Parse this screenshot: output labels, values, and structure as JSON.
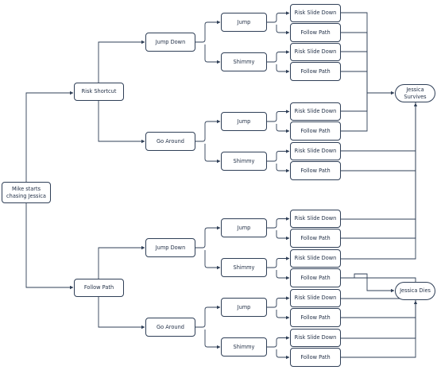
{
  "diagram": {
    "root": "Mike starts chasing Jessica",
    "level1": [
      "Risk Shortcut",
      "Follow Path"
    ],
    "level2": [
      "Jump Down",
      "Go Around",
      "Jump Down",
      "Go Around"
    ],
    "level3": [
      "Jump",
      "Shimmy",
      "Jump",
      "Shimmy",
      "Jump",
      "Shimmy",
      "Jump",
      "Shimmy"
    ],
    "level4": [
      "Risk Slide Down",
      "Follow Path",
      "Risk Slide Down",
      "Follow Path",
      "Risk Slide Down",
      "Follow Path",
      "Risk Slide Down",
      "Follow Path",
      "Risk Slide Down",
      "Follow Path",
      "Risk Slide Down",
      "Follow Path",
      "Risk Slide Down",
      "Follow Path",
      "Risk Slide Down",
      "Follow Path"
    ],
    "outcomes": {
      "survives": "Jessica Survives",
      "dies": "Jessica Dies"
    }
  },
  "colors": {
    "line": "#2f3f57",
    "text": "#1f2d44",
    "background": "#ffffff"
  }
}
